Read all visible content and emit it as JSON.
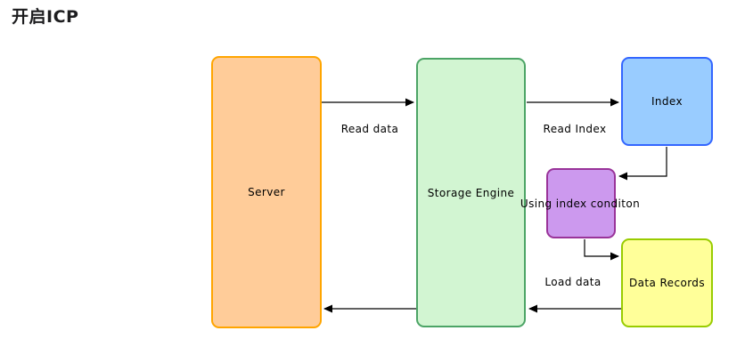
{
  "diagram": {
    "title": "开启ICP",
    "nodes": [
      {
        "id": "server",
        "label": "Server",
        "fill": "#FFCC99",
        "border": "#FFA500"
      },
      {
        "id": "storage-engine",
        "label": "Storage Engine",
        "fill": "#D2F5D2",
        "border": "#4CA466"
      },
      {
        "id": "index",
        "label": "Index",
        "fill": "#99CCFF",
        "border": "#3366FF"
      },
      {
        "id": "index-condition",
        "label": "Using index conditon",
        "fill": "#CC99EE",
        "border": "#993399"
      },
      {
        "id": "data-records",
        "label": "Data Records",
        "fill": "#FFFF99",
        "border": "#99CC00"
      }
    ],
    "edges": [
      {
        "from": "server",
        "to": "storage-engine",
        "label": "Read data"
      },
      {
        "from": "storage-engine",
        "to": "index",
        "label": "Read Index"
      },
      {
        "from": "index",
        "to": "index-condition",
        "label": ""
      },
      {
        "from": "index-condition",
        "to": "data-records",
        "label": ""
      },
      {
        "from": "data-records",
        "to": "storage-engine",
        "label": "Load data"
      },
      {
        "from": "storage-engine",
        "to": "server",
        "label": ""
      }
    ],
    "arrow_color": "#000000",
    "background": "#FFFFFF"
  }
}
